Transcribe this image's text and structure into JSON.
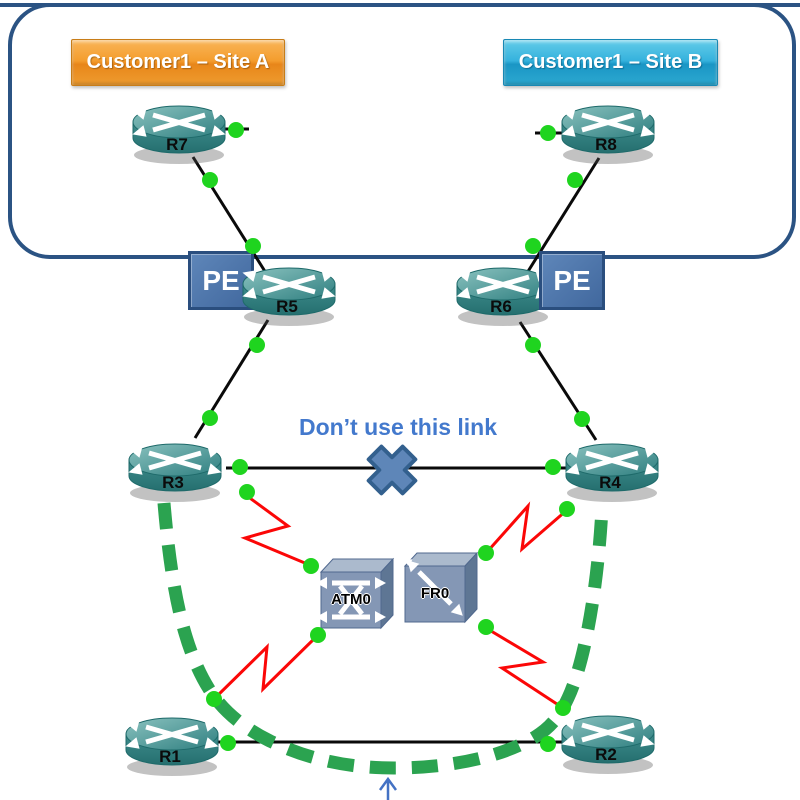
{
  "sites": [
    {
      "label": "Customer1 – Site A",
      "color_top": "#F9B558",
      "color_bottom": "#E8861A"
    },
    {
      "label": "Customer1 – Site B",
      "color_top": "#63CCE9",
      "color_bottom": "#1A96C5"
    }
  ],
  "routers": {
    "r1": {
      "label": "R1"
    },
    "r2": {
      "label": "R2"
    },
    "r3": {
      "label": "R3"
    },
    "r4": {
      "label": "R4"
    },
    "r5": {
      "label": "R5"
    },
    "r6": {
      "label": "R6"
    },
    "r7": {
      "label": "R7"
    },
    "r8": {
      "label": "R8"
    }
  },
  "pe": {
    "left": "PE",
    "right": "PE"
  },
  "switches": {
    "atm": {
      "label": "ATM0"
    },
    "fr": {
      "label": "FR0"
    }
  },
  "annotations": {
    "dont_use": "Don’t use this link"
  },
  "links": [
    {
      "from": "R7",
      "to": "lan-stub",
      "style": "black-line"
    },
    {
      "from": "R8",
      "to": "lan-stub",
      "style": "black-line"
    },
    {
      "from": "R7",
      "to": "R5",
      "style": "black-line"
    },
    {
      "from": "R8",
      "to": "R6",
      "style": "black-line"
    },
    {
      "from": "R5",
      "to": "R3",
      "style": "black-line"
    },
    {
      "from": "R6",
      "to": "R4",
      "style": "black-line"
    },
    {
      "from": "R3",
      "to": "R4",
      "style": "black-line",
      "crossed_out": true
    },
    {
      "from": "R1",
      "to": "R2",
      "style": "black-line"
    },
    {
      "from": "R3",
      "to": "ATM0",
      "style": "red-zigzag"
    },
    {
      "from": "ATM0",
      "to": "R1",
      "style": "red-zigzag"
    },
    {
      "from": "R4",
      "to": "FR0",
      "style": "red-zigzag"
    },
    {
      "from": "FR0",
      "to": "R2",
      "style": "red-zigzag"
    }
  ],
  "highlighted_path": {
    "route": [
      "R3",
      "R1",
      "R2",
      "R4"
    ],
    "style": "green-dashed"
  },
  "colors": {
    "cloud_border": "#2B5383",
    "router_teal": "#3E8C8C",
    "interface_dot_green": "#1FD41F",
    "path_green": "#2BA350",
    "serial_red": "#FB0707",
    "link_black": "#0A0A0A",
    "pe_blue": "#4A74A8",
    "cross_blue": "#5E86B8",
    "annotation_blue": "#4379CD"
  }
}
